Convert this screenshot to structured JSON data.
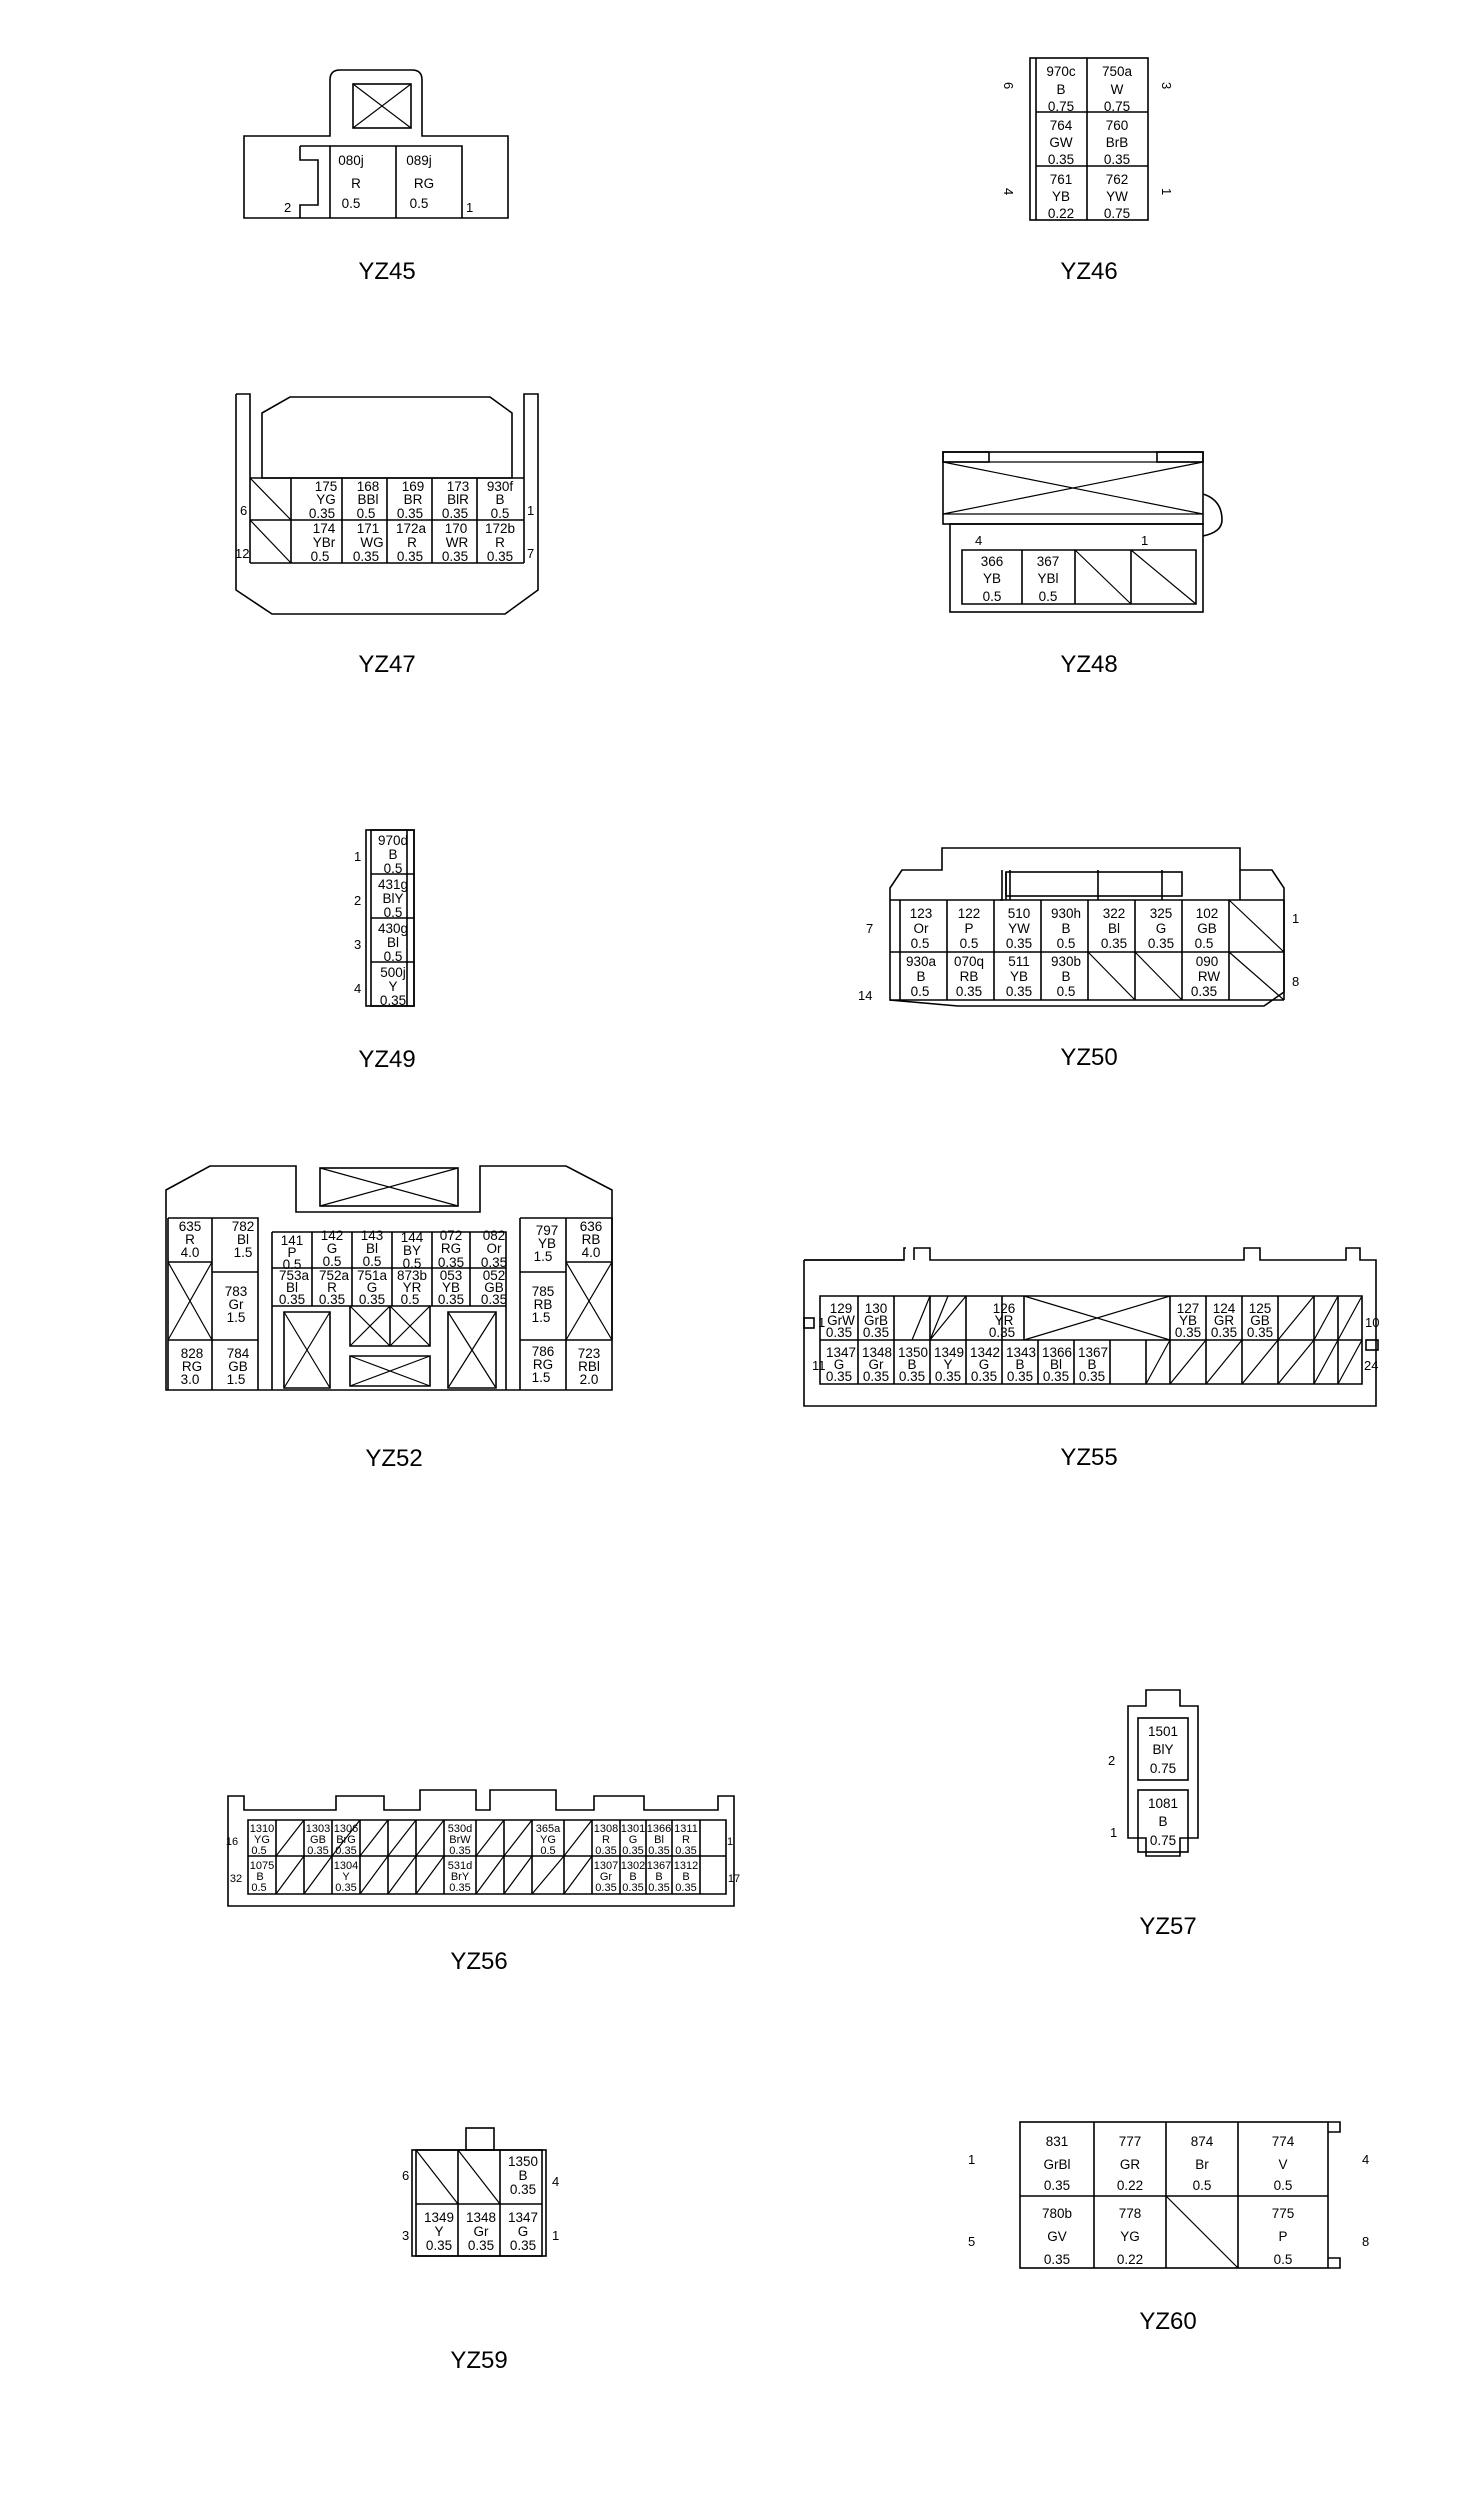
{
  "connectors": {
    "yz45": {
      "label": "YZ45",
      "pins": [
        "2",
        "1"
      ],
      "cells": [
        {
          "circuit": "080j",
          "color": "R",
          "size": "0.5"
        },
        {
          "circuit": "089j",
          "color": "RG",
          "size": "0.5"
        }
      ]
    },
    "yz46": {
      "label": "YZ46",
      "pins": [
        "6",
        "3",
        "4",
        "1"
      ],
      "cells": [
        {
          "circuit": "970c",
          "color": "B",
          "size": "0.75"
        },
        {
          "circuit": "750a",
          "color": "W",
          "size": "0.75"
        },
        {
          "circuit": "764",
          "color": "GW",
          "size": "0.35"
        },
        {
          "circuit": "760",
          "color": "BrB",
          "size": "0.35"
        },
        {
          "circuit": "761",
          "color": "YB",
          "size": "0.22"
        },
        {
          "circuit": "762",
          "color": "YW",
          "size": "0.75"
        }
      ]
    },
    "yz47": {
      "label": "YZ47",
      "pins": [
        "6",
        "1",
        "12",
        "7"
      ],
      "cells": [
        {
          "circuit": "175",
          "color": "YG",
          "size": "0.35"
        },
        {
          "circuit": "168",
          "color": "BBl",
          "size": "0.5"
        },
        {
          "circuit": "169",
          "color": "BR",
          "size": "0.35"
        },
        {
          "circuit": "173",
          "color": "BlR",
          "size": "0.35"
        },
        {
          "circuit": "930f",
          "color": "B",
          "size": "0.5"
        },
        {
          "circuit": "174",
          "color": "YBr",
          "size": "0.5"
        },
        {
          "circuit": "171",
          "color": "WG",
          "size": "0.35"
        },
        {
          "circuit": "172a",
          "color": "R",
          "size": "0.35"
        },
        {
          "circuit": "170",
          "color": "WR",
          "size": "0.35"
        },
        {
          "circuit": "172b",
          "color": "R",
          "size": "0.35"
        }
      ]
    },
    "yz48": {
      "label": "YZ48",
      "pins": [
        "4",
        "1"
      ],
      "cells": [
        {
          "circuit": "366",
          "color": "YB",
          "size": "0.5"
        },
        {
          "circuit": "367",
          "color": "YBl",
          "size": "0.5"
        }
      ]
    },
    "yz49": {
      "label": "YZ49",
      "pins": [
        "1",
        "2",
        "3",
        "4"
      ],
      "cells": [
        {
          "circuit": "970d",
          "color": "B",
          "size": "0.5"
        },
        {
          "circuit": "431g",
          "color": "BlY",
          "size": "0.5"
        },
        {
          "circuit": "430g",
          "color": "Bl",
          "size": "0.5"
        },
        {
          "circuit": "500j",
          "color": "Y",
          "size": "0.35"
        }
      ]
    },
    "yz50": {
      "label": "YZ50",
      "pins": [
        "7",
        "1",
        "14",
        "8"
      ],
      "cells": [
        {
          "circuit": "123",
          "color": "Or",
          "size": "0.5"
        },
        {
          "circuit": "122",
          "color": "P",
          "size": "0.5"
        },
        {
          "circuit": "510",
          "color": "YW",
          "size": "0.35"
        },
        {
          "circuit": "930h",
          "color": "B",
          "size": "0.5"
        },
        {
          "circuit": "322",
          "color": "Bl",
          "size": "0.35"
        },
        {
          "circuit": "325",
          "color": "G",
          "size": "0.35"
        },
        {
          "circuit": "102",
          "color": "GB",
          "size": "0.5"
        },
        {
          "circuit": "930a",
          "color": "B",
          "size": "0.5"
        },
        {
          "circuit": "070q",
          "color": "RB",
          "size": "0.35"
        },
        {
          "circuit": "511",
          "color": "YB",
          "size": "0.35"
        },
        {
          "circuit": "930b",
          "color": "B",
          "size": "0.5"
        },
        {
          "circuit": "090",
          "color": "RW",
          "size": "0.35"
        }
      ]
    },
    "yz52": {
      "label": "YZ52",
      "cells": [
        {
          "circuit": "635",
          "color": "R",
          "size": "4.0"
        },
        {
          "circuit": "782",
          "color": "Bl",
          "size": "1.5"
        },
        {
          "circuit": "783",
          "color": "Gr",
          "size": "1.5"
        },
        {
          "circuit": "828",
          "color": "RG",
          "size": "3.0"
        },
        {
          "circuit": "784",
          "color": "GB",
          "size": "1.5"
        },
        {
          "circuit": "141",
          "color": "P",
          "size": "0.5"
        },
        {
          "circuit": "142",
          "color": "G",
          "size": "0.5"
        },
        {
          "circuit": "143",
          "color": "Bl",
          "size": "0.5"
        },
        {
          "circuit": "144",
          "color": "BY",
          "size": "0.5"
        },
        {
          "circuit": "072",
          "color": "RG",
          "size": "0.35"
        },
        {
          "circuit": "082",
          "color": "Or",
          "size": "0.35"
        },
        {
          "circuit": "753a",
          "color": "Bl",
          "size": "0.35"
        },
        {
          "circuit": "752a",
          "color": "R",
          "size": "0.35"
        },
        {
          "circuit": "751a",
          "color": "G",
          "size": "0.35"
        },
        {
          "circuit": "873b",
          "color": "YR",
          "size": "0.5"
        },
        {
          "circuit": "053",
          "color": "YB",
          "size": "0.35"
        },
        {
          "circuit": "052",
          "color": "GB",
          "size": "0.35"
        },
        {
          "circuit": "797",
          "color": "YB",
          "size": "1.5"
        },
        {
          "circuit": "636",
          "color": "RB",
          "size": "4.0"
        },
        {
          "circuit": "785",
          "color": "RB",
          "size": "1.5"
        },
        {
          "circuit": "786",
          "color": "RG",
          "size": "1.5"
        },
        {
          "circuit": "723",
          "color": "RBl",
          "size": "2.0"
        }
      ]
    },
    "yz55": {
      "label": "YZ55",
      "pins": [
        "1",
        "10",
        "11",
        "24"
      ],
      "cells": [
        {
          "circuit": "129",
          "color": "GrW",
          "size": "0.35"
        },
        {
          "circuit": "130",
          "color": "GrB",
          "size": "0.35"
        },
        {
          "circuit": "126",
          "color": "YR",
          "size": "0.35"
        },
        {
          "circuit": "127",
          "color": "YB",
          "size": "0.35"
        },
        {
          "circuit": "124",
          "color": "GR",
          "size": "0.35"
        },
        {
          "circuit": "125",
          "color": "GB",
          "size": "0.35"
        },
        {
          "circuit": "1347",
          "color": "G",
          "size": "0.35"
        },
        {
          "circuit": "1348",
          "color": "Gr",
          "size": "0.35"
        },
        {
          "circuit": "1350",
          "color": "B",
          "size": "0.35"
        },
        {
          "circuit": "1349",
          "color": "Y",
          "size": "0.35"
        },
        {
          "circuit": "1342",
          "color": "G",
          "size": "0.35"
        },
        {
          "circuit": "1343",
          "color": "B",
          "size": "0.35"
        },
        {
          "circuit": "1366",
          "color": "Bl",
          "size": "0.35"
        },
        {
          "circuit": "1367",
          "color": "B",
          "size": "0.35"
        }
      ]
    },
    "yz56": {
      "label": "YZ56",
      "pins": [
        "16",
        "1",
        "32",
        "17"
      ],
      "cells": [
        {
          "circuit": "1310",
          "color": "YG",
          "size": "0.5"
        },
        {
          "circuit": "1303",
          "color": "GB",
          "size": "0.35"
        },
        {
          "circuit": "1306",
          "color": "BrG",
          "size": "0.35"
        },
        {
          "circuit": "530d",
          "color": "BrW",
          "size": "0.35"
        },
        {
          "circuit": "365a",
          "color": "YG",
          "size": "0.5"
        },
        {
          "circuit": "1308",
          "color": "R",
          "size": "0.35"
        },
        {
          "circuit": "1301",
          "color": "G",
          "size": "0.35"
        },
        {
          "circuit": "1366",
          "color": "Bl",
          "size": "0.35"
        },
        {
          "circuit": "1311",
          "color": "R",
          "size": "0.35"
        },
        {
          "circuit": "1075",
          "color": "B",
          "size": "0.5"
        },
        {
          "circuit": "1304",
          "color": "Y",
          "size": "0.35"
        },
        {
          "circuit": "531d",
          "color": "BrY",
          "size": "0.35"
        },
        {
          "circuit": "1307",
          "color": "Gr",
          "size": "0.35"
        },
        {
          "circuit": "1302",
          "color": "B",
          "size": "0.35"
        },
        {
          "circuit": "1367",
          "color": "B",
          "size": "0.35"
        },
        {
          "circuit": "1312",
          "color": "B",
          "size": "0.35"
        }
      ]
    },
    "yz57": {
      "label": "YZ57",
      "pins": [
        "2",
        "1"
      ],
      "cells": [
        {
          "circuit": "1501",
          "color": "BlY",
          "size": "0.75"
        },
        {
          "circuit": "1081",
          "color": "B",
          "size": "0.75"
        }
      ]
    },
    "yz59": {
      "label": "YZ59",
      "pins": [
        "6",
        "4",
        "3",
        "1"
      ],
      "cells": [
        {
          "circuit": "1350",
          "color": "B",
          "size": "0.35"
        },
        {
          "circuit": "1349",
          "color": "Y",
          "size": "0.35"
        },
        {
          "circuit": "1348",
          "color": "Gr",
          "size": "0.35"
        },
        {
          "circuit": "1347",
          "color": "G",
          "size": "0.35"
        }
      ]
    },
    "yz60": {
      "label": "YZ60",
      "pins": [
        "1",
        "4",
        "5",
        "8"
      ],
      "cells": [
        {
          "circuit": "831",
          "color": "GrBl",
          "size": "0.35"
        },
        {
          "circuit": "777",
          "color": "GR",
          "size": "0.22"
        },
        {
          "circuit": "874",
          "color": "Br",
          "size": "0.5"
        },
        {
          "circuit": "774",
          "color": "V",
          "size": "0.5"
        },
        {
          "circuit": "780b",
          "color": "GV",
          "size": "0.35"
        },
        {
          "circuit": "778",
          "color": "YG",
          "size": "0.22"
        },
        {
          "circuit": "775",
          "color": "P",
          "size": "0.5"
        }
      ]
    }
  }
}
